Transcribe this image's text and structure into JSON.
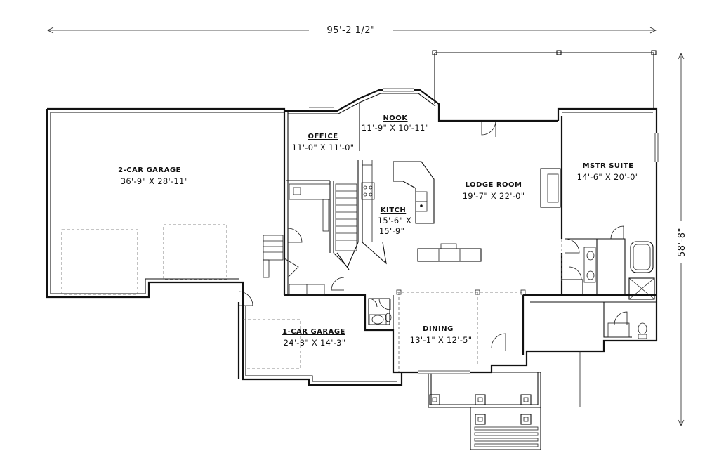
{
  "dimensions": {
    "overall_width": "95'-2 1/2\"",
    "overall_depth": "58'-8\""
  },
  "rooms": {
    "garage2": {
      "name": "2-CAR GARAGE",
      "size": "36'-9\" X 28'-11\""
    },
    "office": {
      "name": "OFFICE",
      "size": "11'-0\" X 11'-0\""
    },
    "nook": {
      "name": "NOOK",
      "size": "11'-9\" X 10'-11\""
    },
    "lodge": {
      "name": "LODGE ROOM",
      "size": "19'-7\" X 22'-0\""
    },
    "kitch": {
      "name": "KITCH",
      "size1": "15'-6\" X",
      "size2": "15'-9\""
    },
    "mstr": {
      "name": "MSTR SUITE",
      "size": "14'-6\" X 20'-0\""
    },
    "garage1": {
      "name": "1-CAR GARAGE",
      "size": "24'-3\" X 14'-3\""
    },
    "dining": {
      "name": "DINING",
      "size": "13'-1\" X 12'-5\""
    }
  }
}
